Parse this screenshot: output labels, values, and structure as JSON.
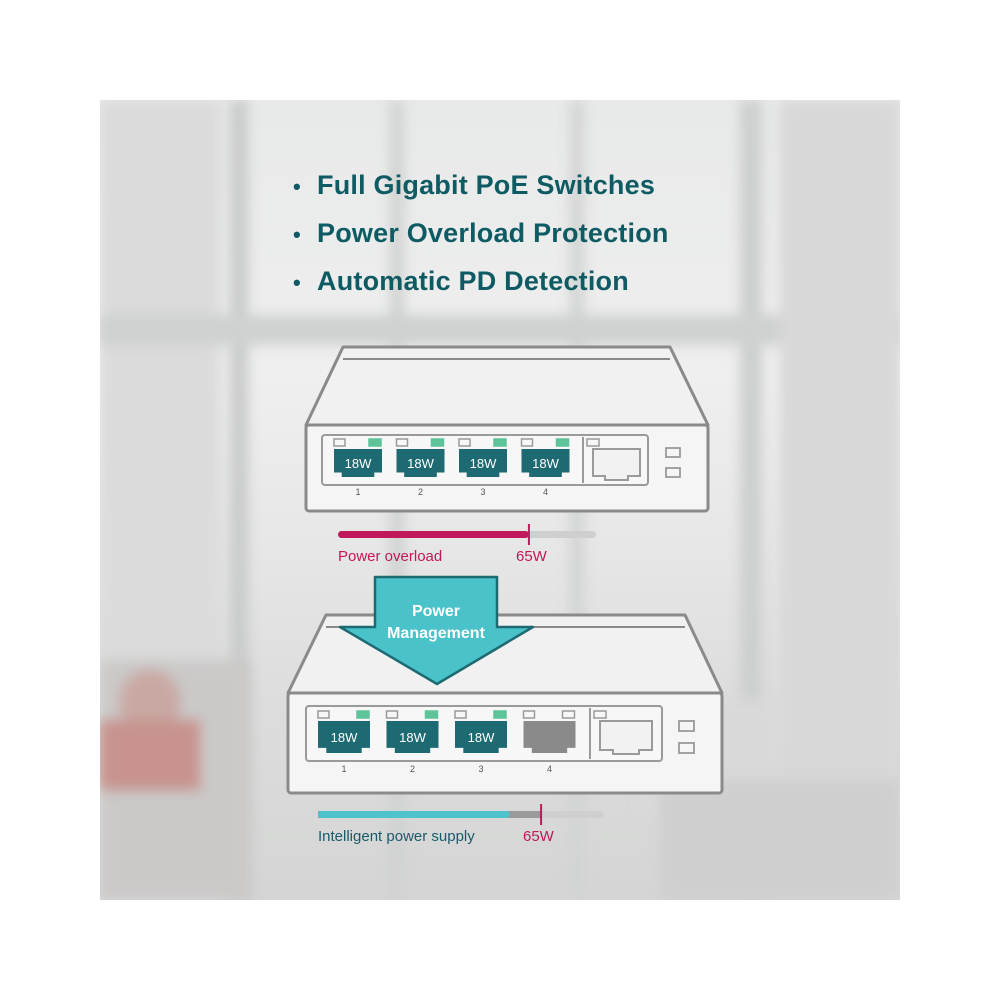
{
  "features": [
    "Full Gigabit PoE Switches",
    "Power Overload Protection",
    "Automatic PD Detection"
  ],
  "bullet_char": "•",
  "top_switch": {
    "ports": [
      {
        "number": "1",
        "power": "18W"
      },
      {
        "number": "2",
        "power": "18W"
      },
      {
        "number": "3",
        "power": "18W"
      },
      {
        "number": "4",
        "power": "18W"
      }
    ]
  },
  "bottom_switch": {
    "ports": [
      {
        "number": "1",
        "power": "18W"
      },
      {
        "number": "2",
        "power": "18W"
      },
      {
        "number": "3",
        "power": "18W"
      },
      {
        "number": "4",
        "power": ""
      }
    ]
  },
  "overload_bar": {
    "label": "Power overload",
    "limit_label": "65W",
    "fill_fraction": 0.74,
    "limit_fraction": 0.74
  },
  "supply_bar": {
    "label": "Intelligent power supply",
    "limit_label": "65W",
    "fill_fraction": 0.67,
    "limit_fraction": 0.78
  },
  "arrow": {
    "line1": "Power",
    "line2": "Management"
  },
  "colors": {
    "teal_text": "#0f5b63",
    "port_active": "#1e6a72",
    "port_inactive": "#8a8a8a",
    "led_green": "#5fc39a",
    "overload": "#c0185a",
    "supply": "#4ec3cc",
    "arrow": "#4ac2ca"
  }
}
